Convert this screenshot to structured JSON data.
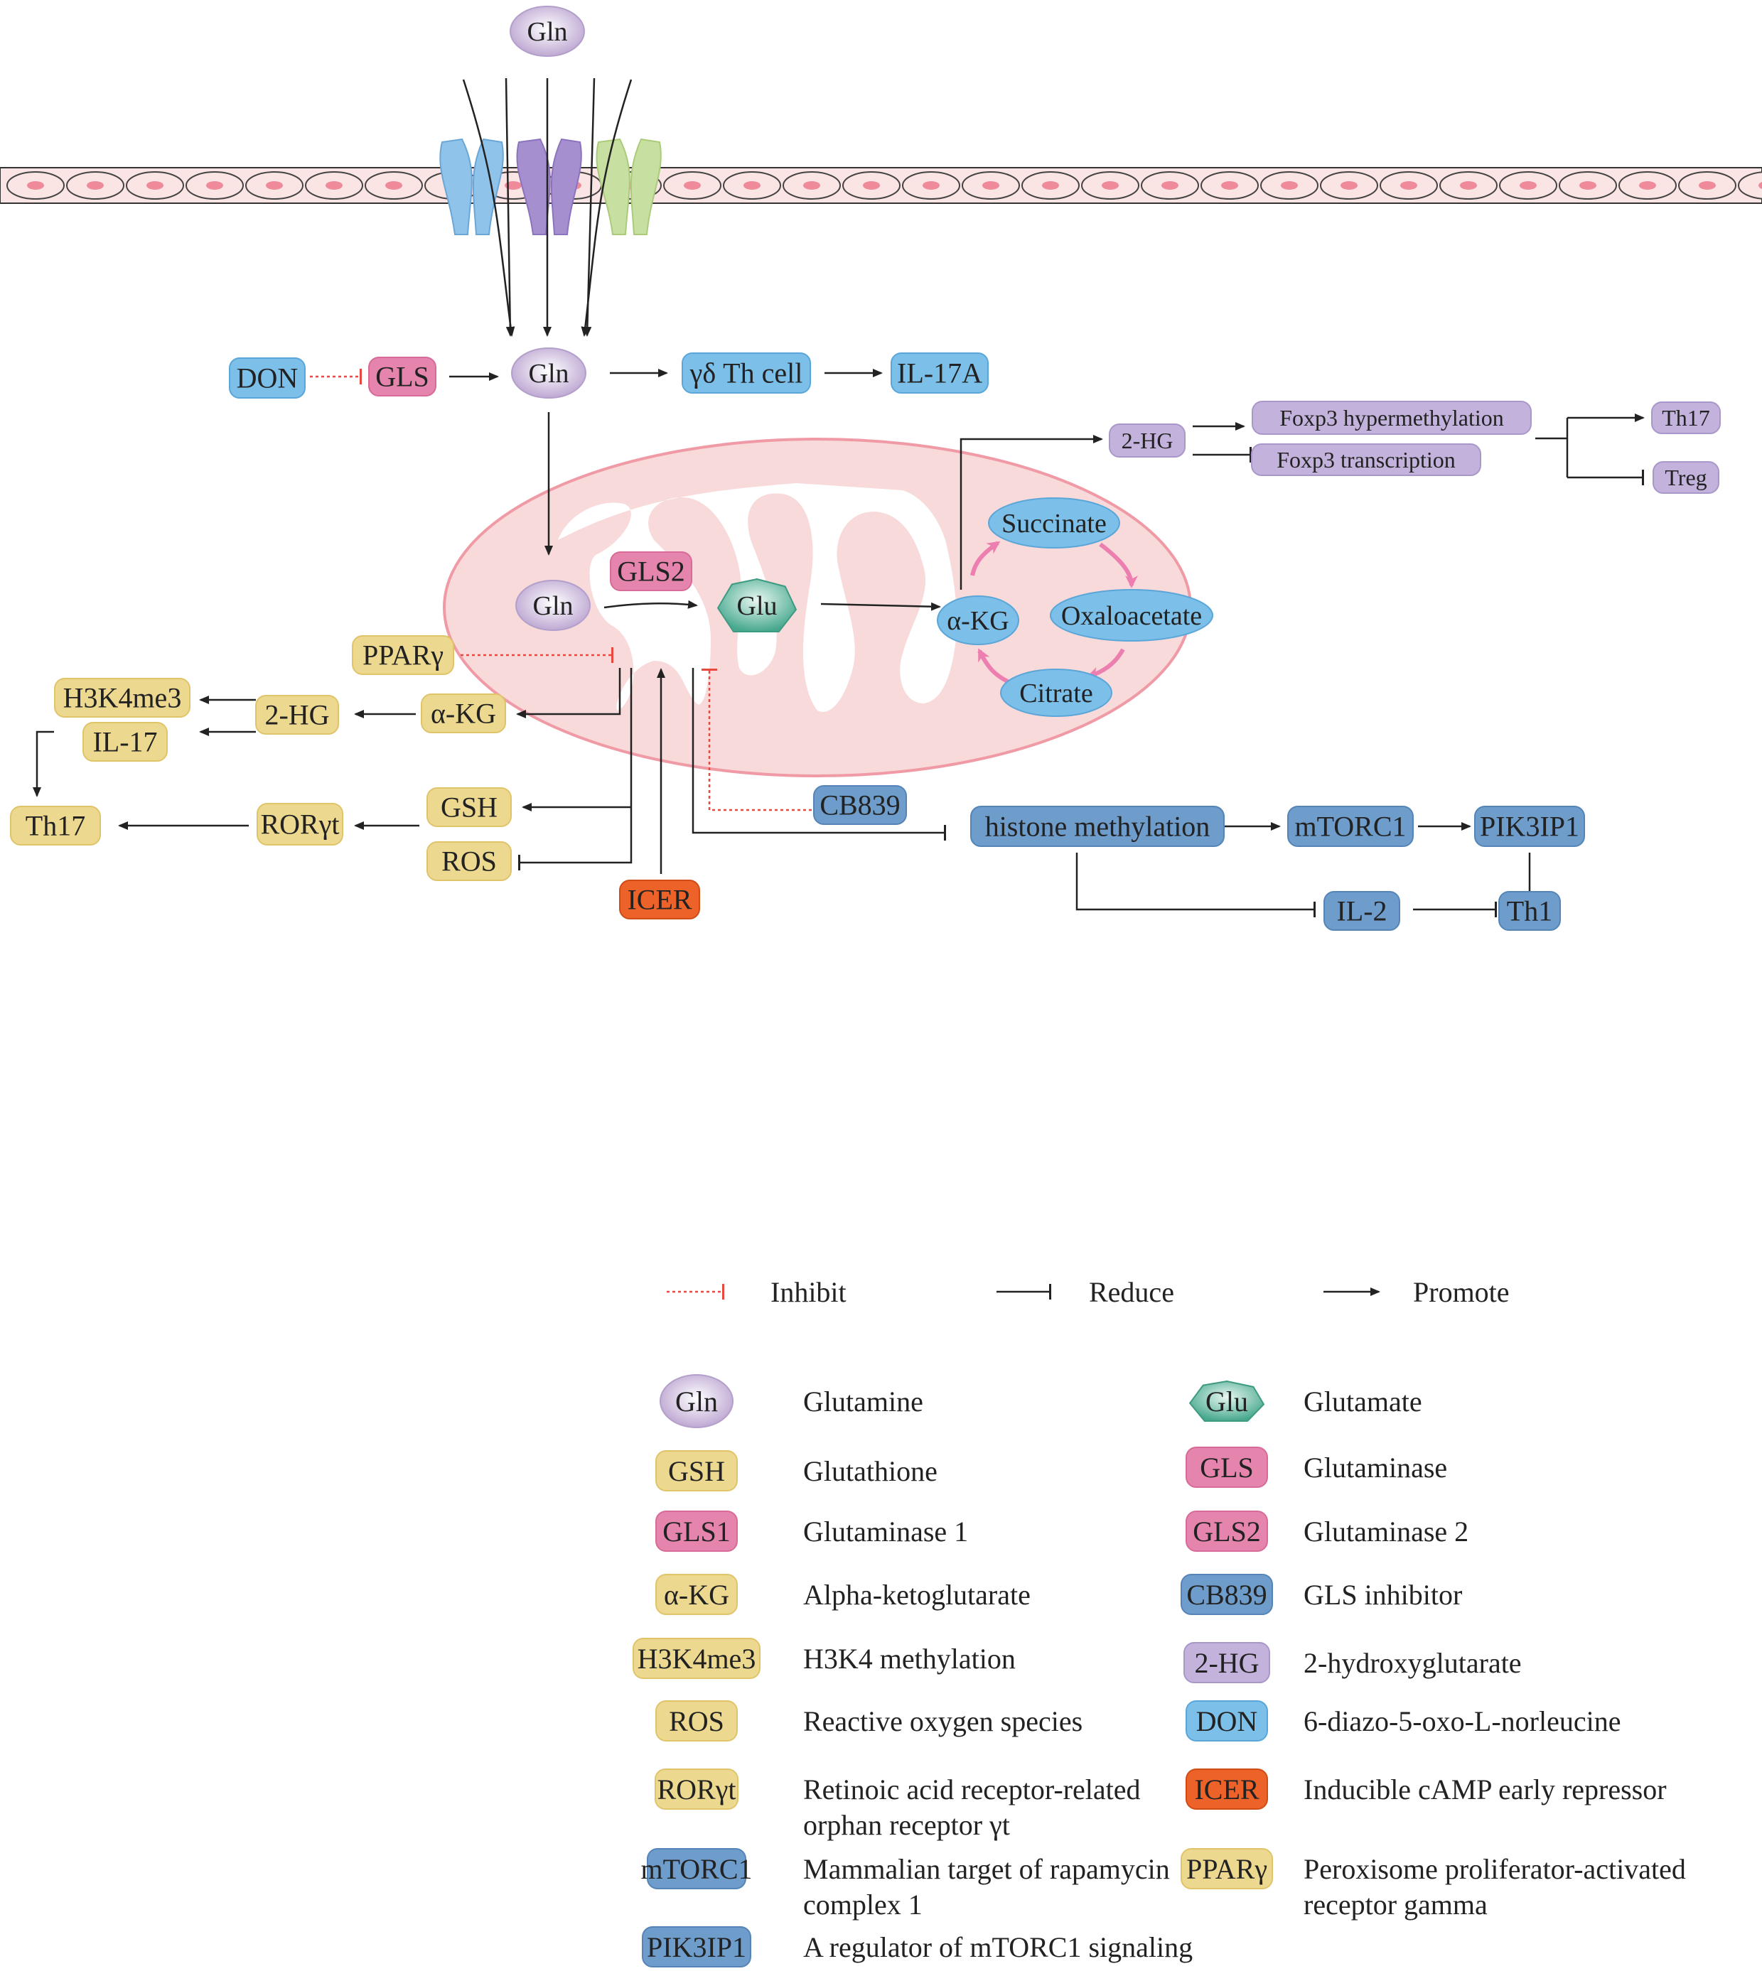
{
  "colors": {
    "gln": "#c9b6d8",
    "glu": "#5dbaa3",
    "yellow": "#ecd88f",
    "pink": "#e585ad",
    "lightblue": "#7cc0ea",
    "steelblue": "#6e9ccb",
    "lavender": "#c3b3dc",
    "orange": "#ec6229",
    "membrane": "#f9dada",
    "membrane_dot": "#ef8a9a",
    "mito": "#f7d9d9",
    "mito_border": "#f09aa6",
    "inhibit": "#e8483d",
    "tca_arrow": "#ec7fb0"
  },
  "nodes": {
    "gln_top": "Gln",
    "don": "DON",
    "gls": "GLS",
    "gln_mid": "Gln",
    "gd_th": "γδ Th cell",
    "il17a": "IL-17A",
    "two_hg_right": "2-HG",
    "foxp3_hyper": "Foxp3 hypermethylation",
    "foxp3_trans": "Foxp3 transcription",
    "th17_right": "Th17",
    "treg": "Treg",
    "succinate": "Succinate",
    "gls2": "GLS2",
    "gln_mito": "Gln",
    "glu": "Glu",
    "akg_tca": "α-KG",
    "oxaloacetate": "Oxaloacetate",
    "citrate": "Citrate",
    "ppar": "PPARγ",
    "h3k4me3": "H3K4me3",
    "two_hg_left": "2-HG",
    "akg_left": "α-KG",
    "il17": "IL-17",
    "th17_left": "Th17",
    "roryt": "RORγt",
    "gsh": "GSH",
    "ros": "ROS",
    "icer": "ICER",
    "cb839": "CB839",
    "histone": "histone methylation",
    "mtorc1": "mTORC1",
    "pik3ip1": "PIK3IP1",
    "il2": "IL-2",
    "th1": "Th1"
  },
  "key": {
    "inhibit": "Inhibit",
    "reduce": "Reduce",
    "promote": "Promote"
  },
  "legend": {
    "left": [
      {
        "abbr": "Gln",
        "desc": "Glutamine",
        "desc2": ""
      },
      {
        "abbr": "GSH",
        "desc": "Glutathione",
        "desc2": ""
      },
      {
        "abbr": "GLS1",
        "desc": "Glutaminase 1",
        "desc2": ""
      },
      {
        "abbr": "α-KG",
        "desc": "Alpha-ketoglutarate",
        "desc2": ""
      },
      {
        "abbr": "H3K4me3",
        "desc": "H3K4 methylation",
        "desc2": ""
      },
      {
        "abbr": "ROS",
        "desc": "Reactive oxygen species",
        "desc2": ""
      },
      {
        "abbr": "RORγt",
        "desc": "Retinoic acid receptor-related",
        "desc2": "orphan receptor γt"
      },
      {
        "abbr": "mTORC1",
        "desc": "Mammalian target of rapamycin",
        "desc2": "complex 1"
      },
      {
        "abbr": "PIK3IP1",
        "desc": "A regulator of mTORC1 signaling",
        "desc2": ""
      }
    ],
    "right": [
      {
        "abbr": "Glu",
        "desc": "Glutamate",
        "desc2": ""
      },
      {
        "abbr": "GLS",
        "desc": "Glutaminase",
        "desc2": ""
      },
      {
        "abbr": "GLS2",
        "desc": "Glutaminase 2",
        "desc2": ""
      },
      {
        "abbr": "CB839",
        "desc": "GLS inhibitor",
        "desc2": ""
      },
      {
        "abbr": "2-HG",
        "desc": "2-hydroxyglutarate",
        "desc2": ""
      },
      {
        "abbr": "DON",
        "desc": "6-diazo-5-oxo-L-norleucine",
        "desc2": ""
      },
      {
        "abbr": "ICER",
        "desc": "Inducible cAMP early repressor",
        "desc2": ""
      },
      {
        "abbr": "PPARγ",
        "desc": "Peroxisome proliferator-activated",
        "desc2": "receptor gamma"
      }
    ]
  }
}
